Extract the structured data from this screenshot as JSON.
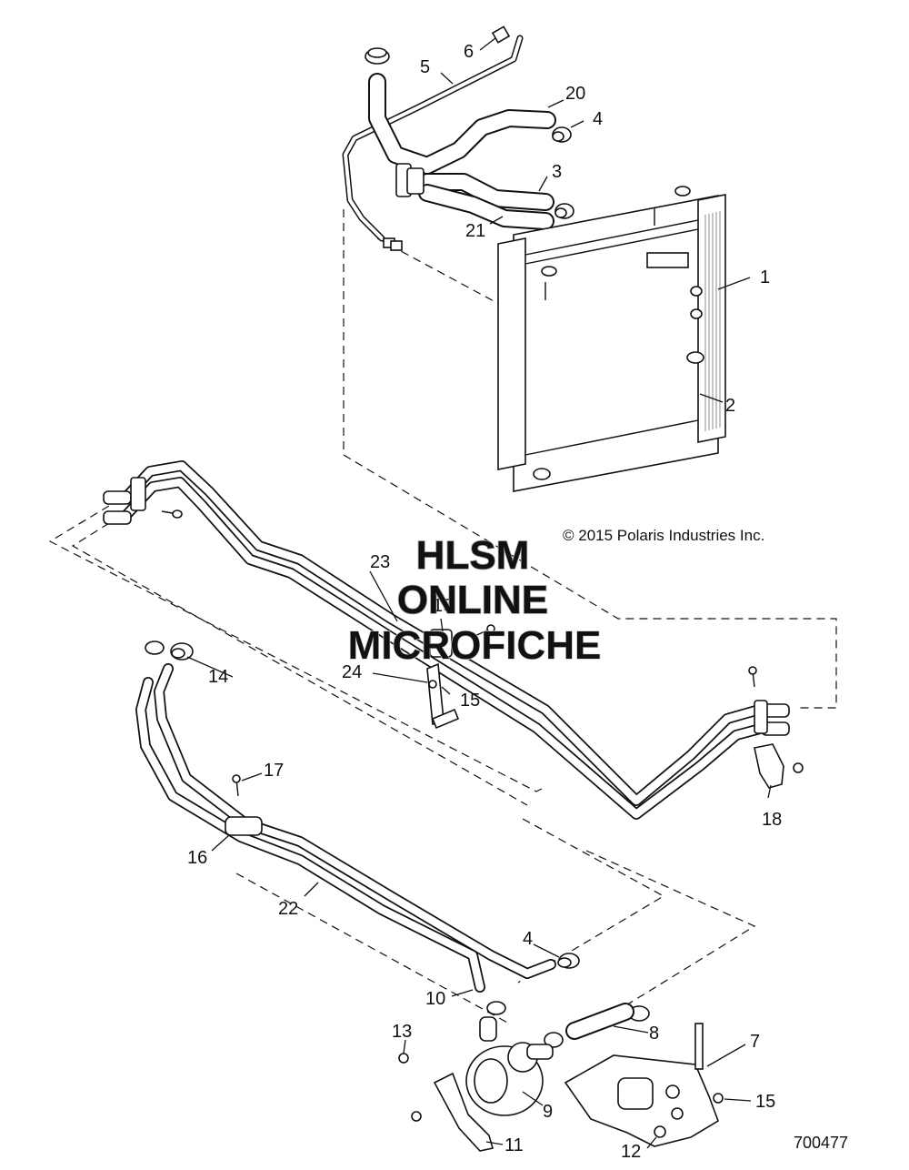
{
  "copyright": "© 2015 Polaris Industries Inc.",
  "drawing_number": "700477",
  "watermark": {
    "line1": "HLSM",
    "line2": "ONLINE",
    "line3": "MICROFICHE"
  },
  "callouts": [
    "1",
    "2",
    "3",
    "4",
    "5",
    "6",
    "20",
    "21",
    "23",
    "19",
    "24",
    "15",
    "14",
    "17",
    "16",
    "22",
    "18",
    "4",
    "10",
    "8",
    "13",
    "7",
    "9",
    "15",
    "11",
    "12"
  ]
}
